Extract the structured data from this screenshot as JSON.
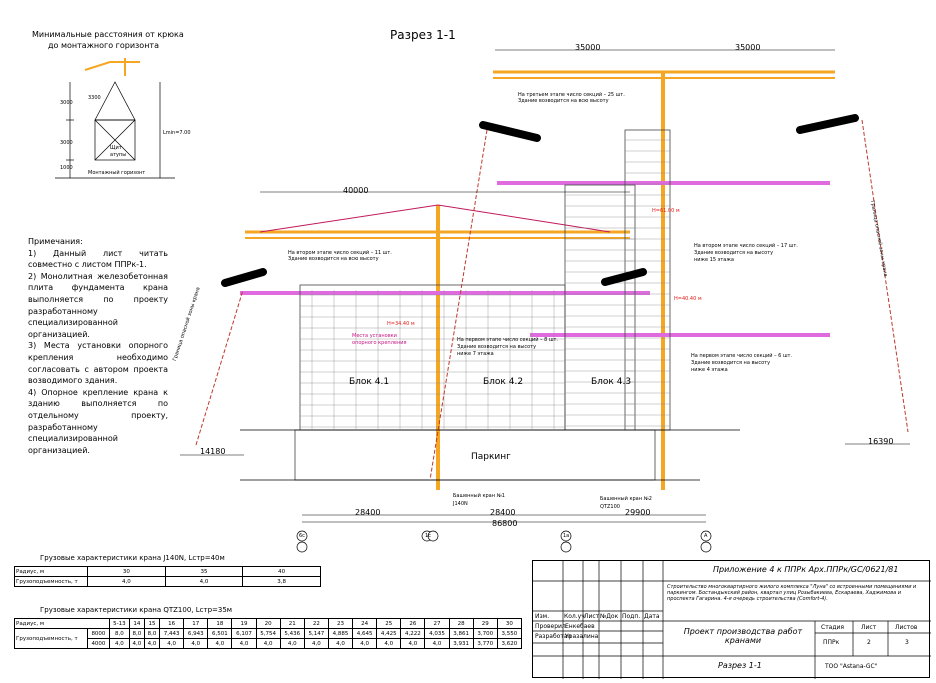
{
  "titles": {
    "section": "Разрез 1-1",
    "min_distance_line1": "Минимальные расстояния от крюка",
    "min_distance_line2": "до монтажного горизонта"
  },
  "hook_sketch": {
    "dim_3000a": "3000",
    "dim_3000b": "3000",
    "dim_1000": "1000",
    "dim_3300": "3300",
    "dim_total": "Lmin=7.00",
    "shield_label": "Щит",
    "shield_label2": "атупы",
    "horizon_label": "Монтажный горизонт"
  },
  "notes": {
    "heading": "Примечания:",
    "n1": "1) Данный лист читать совместно с листом ППРк-1.",
    "n2": "2) Монолитная железобетонная плита фундамента крана выполняется по проекту разработанному специализированной организацией.",
    "n3": "3) Места установки опорного крепления необходимо согласовать с автором проекта возводимого здания.",
    "n4": "4) Опорное крепление крана к зданию выполняется по отдельному проекту, разработанному специализированной организацией."
  },
  "dimensions": {
    "left_jib": "40000",
    "right_jib_a": "35000",
    "right_jib_b": "35000",
    "left_offset": "14180",
    "right_offset": "16390",
    "span1": "28400",
    "span2": "28400",
    "span3": "29900",
    "total": "86800"
  },
  "blocks": {
    "b1": "Блок 4.1",
    "b2": "Блок 4.2",
    "b3": "Блок 4.3",
    "parking": "Паркинг"
  },
  "annotations": {
    "support1": "Места установки",
    "support1b": "опорного крепления",
    "crane1": "Башенный кран №1",
    "crane1_model": "J140N",
    "crane2": "Башенный кран №2",
    "crane2_model": "QTZ100",
    "danger_left": "Граница опасной зоны крана",
    "danger_right": "Граница опасной зоны крана",
    "stage_c1": "На втором этапе число секций – 11 шт.",
    "stage_c1b": "Здание возводится на всю высоту",
    "stage_c2_3": "На третьем этапе число секций – 25 шт.",
    "stage_c2_3b": "Здание возводится на всю высоту",
    "stage_c2_2": "На втором этапе число секций – 17 шт.",
    "stage_c2_2b": "Здание возводится на высоту",
    "stage_c2_2c": "ниже 15 этажа",
    "stage_c2_1": "На первом этапе число секций – 6 шт.",
    "stage_c2_1b": "Здание возводится на высоту",
    "stage_c2_1c": "ниже 4 этажа",
    "stage_c1_1": "На первом этапе число секций – 8 шт.",
    "stage_c1_1b": "Здание возводится на высоту",
    "stage_c1_1c": "ниже 7 этажа",
    "h1": "H=34.40 м",
    "h2": "H=61.00 м",
    "h3": "H=40.40 м"
  },
  "axes": {
    "a1": "6с",
    "a2": "1с",
    "a3": "1а",
    "a4": "А"
  },
  "capacity1": {
    "title": "Грузовые характеристики крана   J140N, Lстр=40м",
    "row1_label": "Радиус, м",
    "row2_label": "Грузоподъемность, т",
    "radius": [
      "30",
      "35",
      "40"
    ],
    "load": [
      "4,0",
      "4,0",
      "3,8"
    ]
  },
  "capacity2": {
    "title": "Грузовые характеристики крана   QTZ100, Lстр=35м",
    "row1_label": "Радиус, м",
    "row2_label": "Грузоподъемность, т",
    "weight_a": "8000",
    "weight_b": "4000",
    "radius": [
      "5-13",
      "14",
      "15",
      "16",
      "17",
      "18",
      "19",
      "20",
      "21",
      "22",
      "23",
      "24",
      "25",
      "26",
      "27",
      "28",
      "29",
      "30"
    ],
    "load_8000": [
      "8,0",
      "8,0",
      "8,0",
      "7,443",
      "6,943",
      "6,501",
      "6,107",
      "5,754",
      "5,436",
      "5,147",
      "4,885",
      "4,645",
      "4,425",
      "4,222",
      "4,035",
      "3,861",
      "3,700",
      "3,550"
    ],
    "load_4000": [
      "4,0",
      "4,0",
      "4,0",
      "4,0",
      "4,0",
      "4,0",
      "4,0",
      "4,0",
      "4,0",
      "4,0",
      "4,0",
      "4,0",
      "4,0",
      "4,0",
      "4,0",
      "3,931",
      "3,770",
      "3,620"
    ]
  },
  "stamp": {
    "app_title": "Приложение 4 к ППРк Арх.ППРк/GC/0621/81",
    "project": "Строительство многоквартирного жилого комплекса \"Луна\" со встроенными помещениями и паркингом. Бостандыкский район, квартал улиц Розыбакиева, Ескараева, Хаджимова и проспекта Гагарина. 4-я очередь строительства (Comfort-4).",
    "cols": [
      "Изм.",
      "Кол.уч",
      "Лист",
      "№Док",
      "Подп.",
      "Дата"
    ],
    "checked": "Проверил",
    "checked_name": "Енкебаев",
    "developed": "Разработал",
    "developed_name": "Уразалина",
    "doc_title": "Проект производства работ кранами",
    "stage_h": "Стадия",
    "sheet_h": "Лист",
    "sheets_h": "Листов",
    "stage": "ППРк",
    "sheet": "2",
    "sheets": "3",
    "drawing": "Разрез 1-1",
    "company": "ТОО \"Astana-GC\""
  },
  "colors": {
    "crane": "#f5a623",
    "support": "#e06be0",
    "red": "#e0201a",
    "building": "#444444"
  }
}
